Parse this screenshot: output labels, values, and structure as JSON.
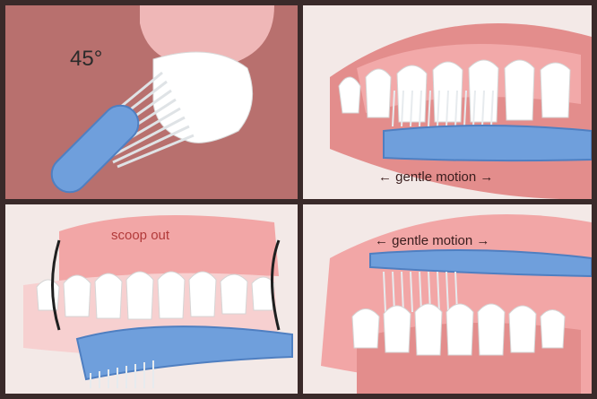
{
  "panels": [
    {
      "id": "angle",
      "label": "45°"
    },
    {
      "id": "outer",
      "label": "← gentle motion →"
    },
    {
      "id": "scoop",
      "label": "scoop out"
    },
    {
      "id": "inner",
      "label": "← gentle motion →"
    }
  ],
  "colors": {
    "gum": "#e38d8c",
    "gum_dark": "#c86f70",
    "lip": "#b9716f",
    "tooth": "#ffffff",
    "brush": "#6f9fdc",
    "brush_dark": "#4f7fc1",
    "bristle": "#e8ecef"
  }
}
